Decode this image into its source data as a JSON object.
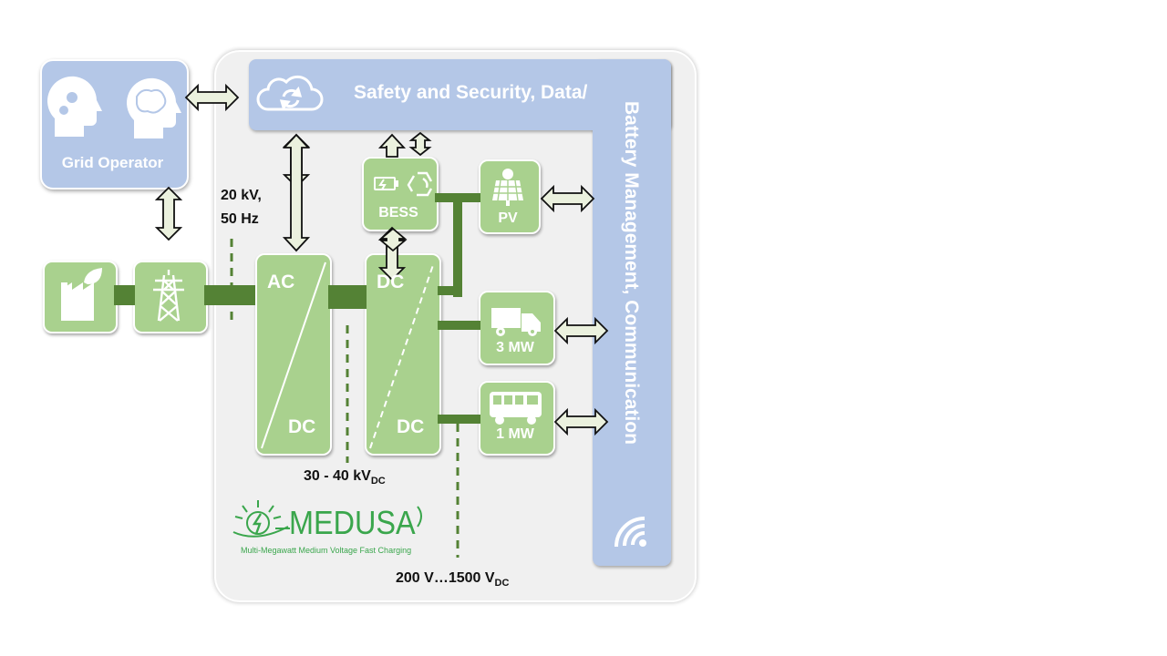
{
  "grid_operator": {
    "label": "Grid Operator"
  },
  "top_banner": {
    "label": "Safety and Security, Data/"
  },
  "side_banner": {
    "label": "Battery Management, Communication"
  },
  "grid_voltage": {
    "line1": "20 kV,",
    "line2": "50 Hz"
  },
  "ac_dc": {
    "top": "AC",
    "bottom": "DC"
  },
  "dc_dc": {
    "top": "DC",
    "bottom": "DC"
  },
  "bess": {
    "label": "BESS"
  },
  "pv": {
    "label": "PV"
  },
  "truck": {
    "label": "3 MW"
  },
  "bus": {
    "label": "1 MW"
  },
  "mv_dc": {
    "value": "30 - 40 kV",
    "sub": "DC"
  },
  "lv_dc": {
    "value": "200 V…1500 V",
    "sub": "DC"
  },
  "logo": {
    "name": "MEDUSA",
    "tagline": "Multi-Megawatt Medium Voltage Fast Charging"
  },
  "colors": {
    "green_box": "#a9d18e",
    "dark_green_line": "#548235",
    "blue_panel": "#b4c7e7",
    "arrow_fill": "#ebf1de"
  }
}
